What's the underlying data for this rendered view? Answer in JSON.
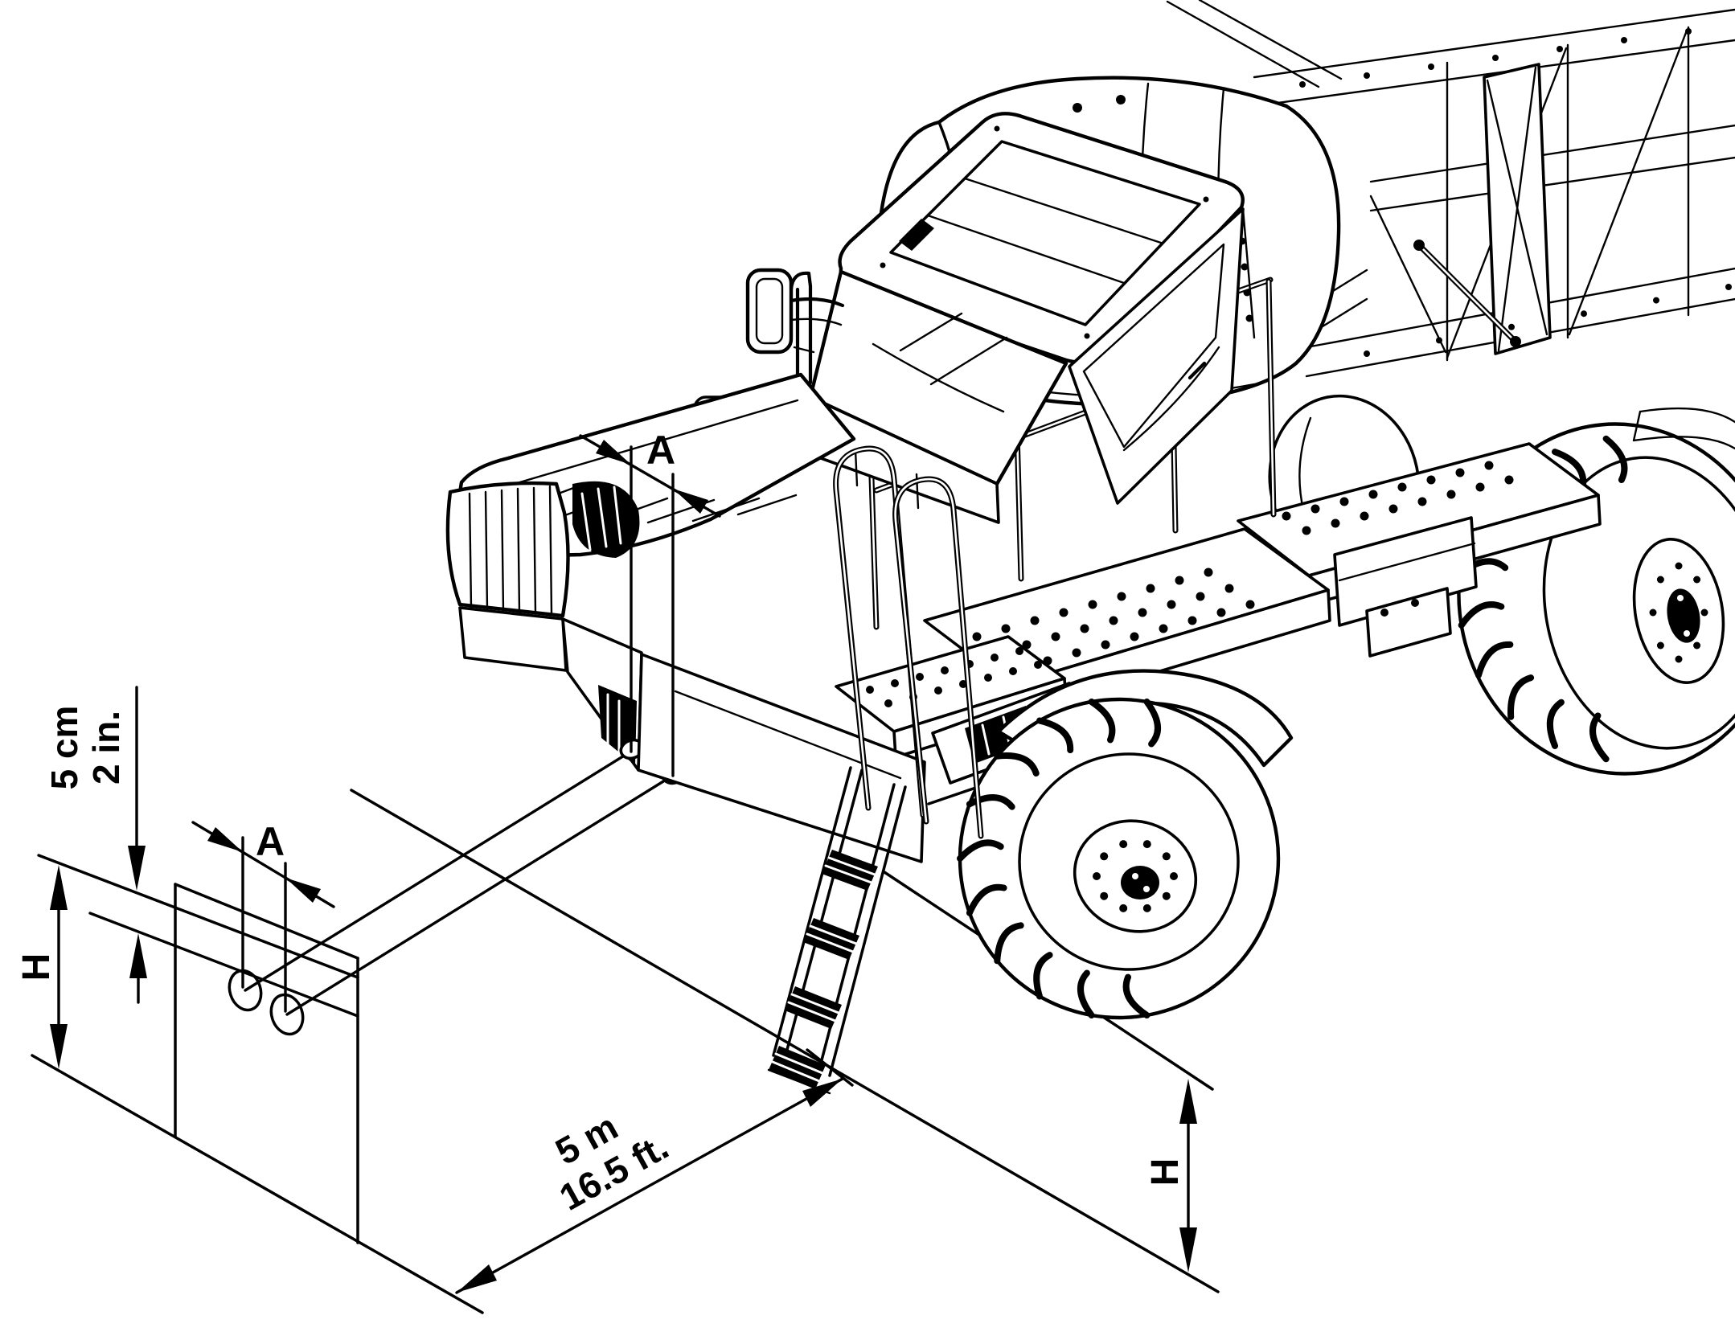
{
  "page": {
    "paper_color": "#ffffff",
    "ink_color": "#000000"
  },
  "drawing": {
    "subject": "headlight-aiming-diagram",
    "dimensions": {
      "lamp_spacing_vehicle": {
        "label": "A"
      },
      "lamp_spacing_wall": {
        "label": "A"
      },
      "lamp_height_wall": {
        "label": "H"
      },
      "lamp_height_vehicle": {
        "label": "H"
      },
      "beam_drop": {
        "line1": "5 cm",
        "line2": "2 in."
      },
      "wall_distance": {
        "line1": "5 m",
        "line2": "16.5 ft."
      }
    }
  }
}
